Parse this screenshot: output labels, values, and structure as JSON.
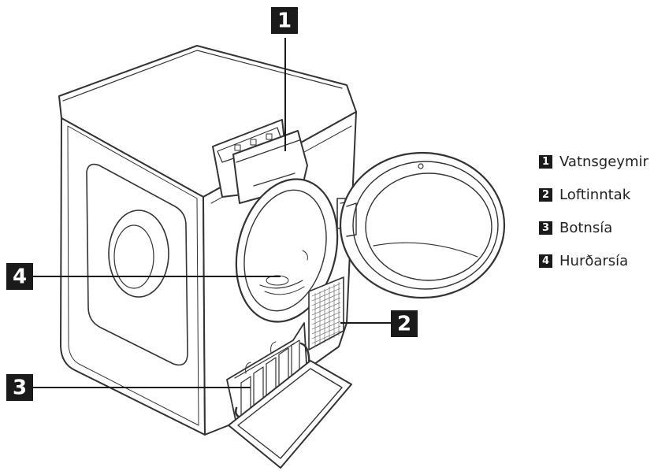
{
  "callouts": [
    {
      "number": "1",
      "label": "Vatnsgeymir"
    },
    {
      "number": "2",
      "label": "Loftinntak"
    },
    {
      "number": "3",
      "label": "Botnsía"
    },
    {
      "number": "4",
      "label": "Hurðarsía"
    }
  ],
  "icons": {
    "appliance": "tumble-dryer-illustration"
  },
  "colors": {
    "badge": "#1a1a1a",
    "line": "#333333",
    "background": "#ffffff"
  }
}
